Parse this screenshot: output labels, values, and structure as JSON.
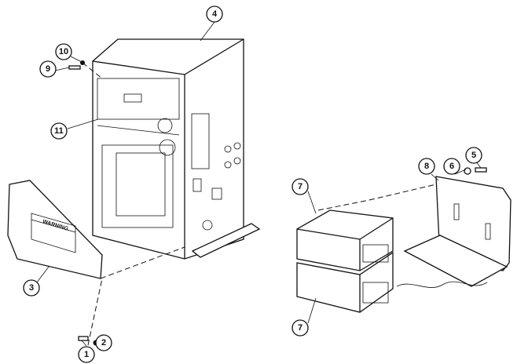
{
  "figure": {
    "panel_label": "WARNING",
    "callouts": {
      "c1": "1",
      "c2": "2",
      "c3": "3",
      "c4": "4",
      "c5": "5",
      "c6": "6",
      "c7a": "7",
      "c7b": "7",
      "c8": "8",
      "c9": "9",
      "c10": "10",
      "c11": "11"
    }
  }
}
